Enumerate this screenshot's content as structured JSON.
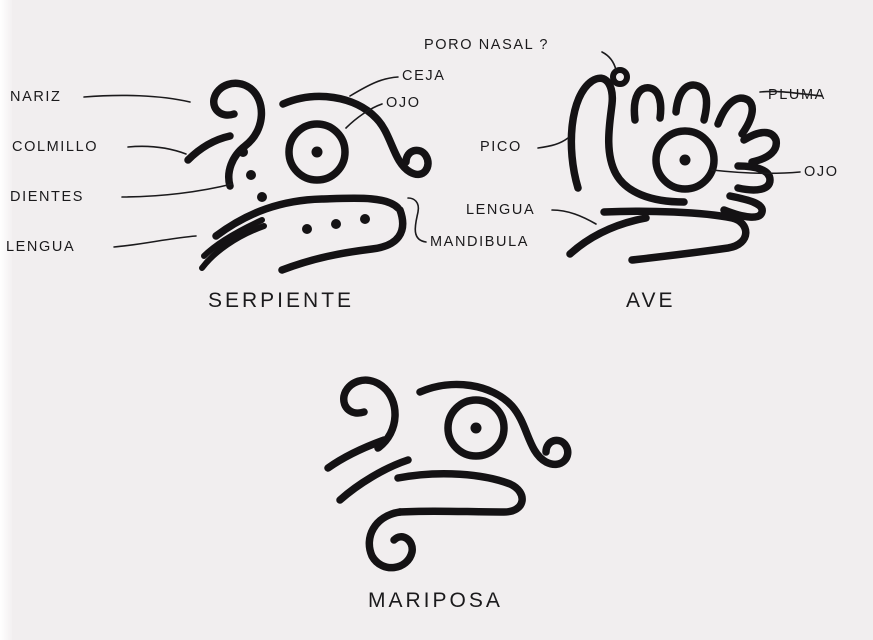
{
  "figures": {
    "serpiente": {
      "caption": "SERPIENTE",
      "labels": {
        "nariz": "NARIZ",
        "colmillo": "COLMILLO",
        "dientes": "DIENTES",
        "lengua": "LENGUA",
        "ceja": "CEJA",
        "ojo": "OJO",
        "mandibula": "MANDIBULA"
      }
    },
    "ave": {
      "caption": "AVE",
      "labels": {
        "poro_nasal": "PORO NASAL ?",
        "pluma": "PLUMA",
        "pico": "PICO",
        "ojo": "OJO",
        "lengua": "LENGUA"
      }
    },
    "mariposa": {
      "caption": "MARIPOSA"
    }
  },
  "colors": {
    "paper": "#f1eeef",
    "ink": "#141214"
  }
}
